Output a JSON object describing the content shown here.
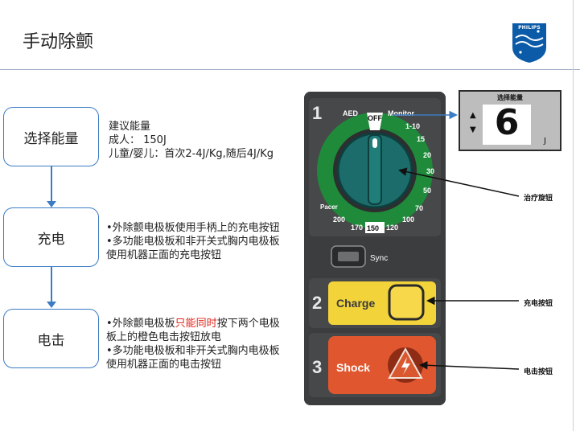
{
  "title": "手动除颤",
  "logo": {
    "wordmark": "PHILIPS"
  },
  "steps": [
    {
      "label": "选择能量"
    },
    {
      "label": "充电"
    },
    {
      "label": "电击"
    }
  ],
  "step1_desc": {
    "line1": "建议能量",
    "line2": "成人：  150J",
    "line3": "儿童/婴儿：首次2-4J/Kg,随后4J/Kg"
  },
  "step2_desc": {
    "line1": "•外除颤电极板使用手柄上的充电按钮",
    "line2": "•多功能电极板和非开关式胸内电极板",
    "line3": "使用机器正面的充电按钮"
  },
  "step3_desc": {
    "line1_a": "•外除颤电极板",
    "line1_red": "只能同时",
    "line1_b": "按下两个电极",
    "line2": "板上的橙色电击按钮放电",
    "line3": "•多功能电极板和非开关式胸内电极板",
    "line4": "使用机器正面的电击按钮"
  },
  "device": {
    "step1_number": "1",
    "step2_number": "2",
    "step3_number": "3",
    "dial_labels": [
      "AED",
      "OFF",
      "Monitor",
      "1-10",
      "15",
      "20",
      "30",
      "50",
      "70",
      "100",
      "120",
      "150",
      "170",
      "200",
      "Pacer"
    ],
    "sync_label": "Sync",
    "charge_label": "Charge",
    "shock_label": "Shock"
  },
  "display": {
    "label": "选择能量",
    "value": "6",
    "unit": "J"
  },
  "callouts": {
    "dial": "治疗旋钮",
    "charge": "充电按钮",
    "shock": "电击按钮"
  },
  "colors": {
    "accent_blue": "#3b7cc4",
    "dial_green": "#1f8a3a",
    "charge_yellow": "#f2d33a",
    "shock_orange": "#e0572f",
    "highlight_red": "#e0261c"
  }
}
